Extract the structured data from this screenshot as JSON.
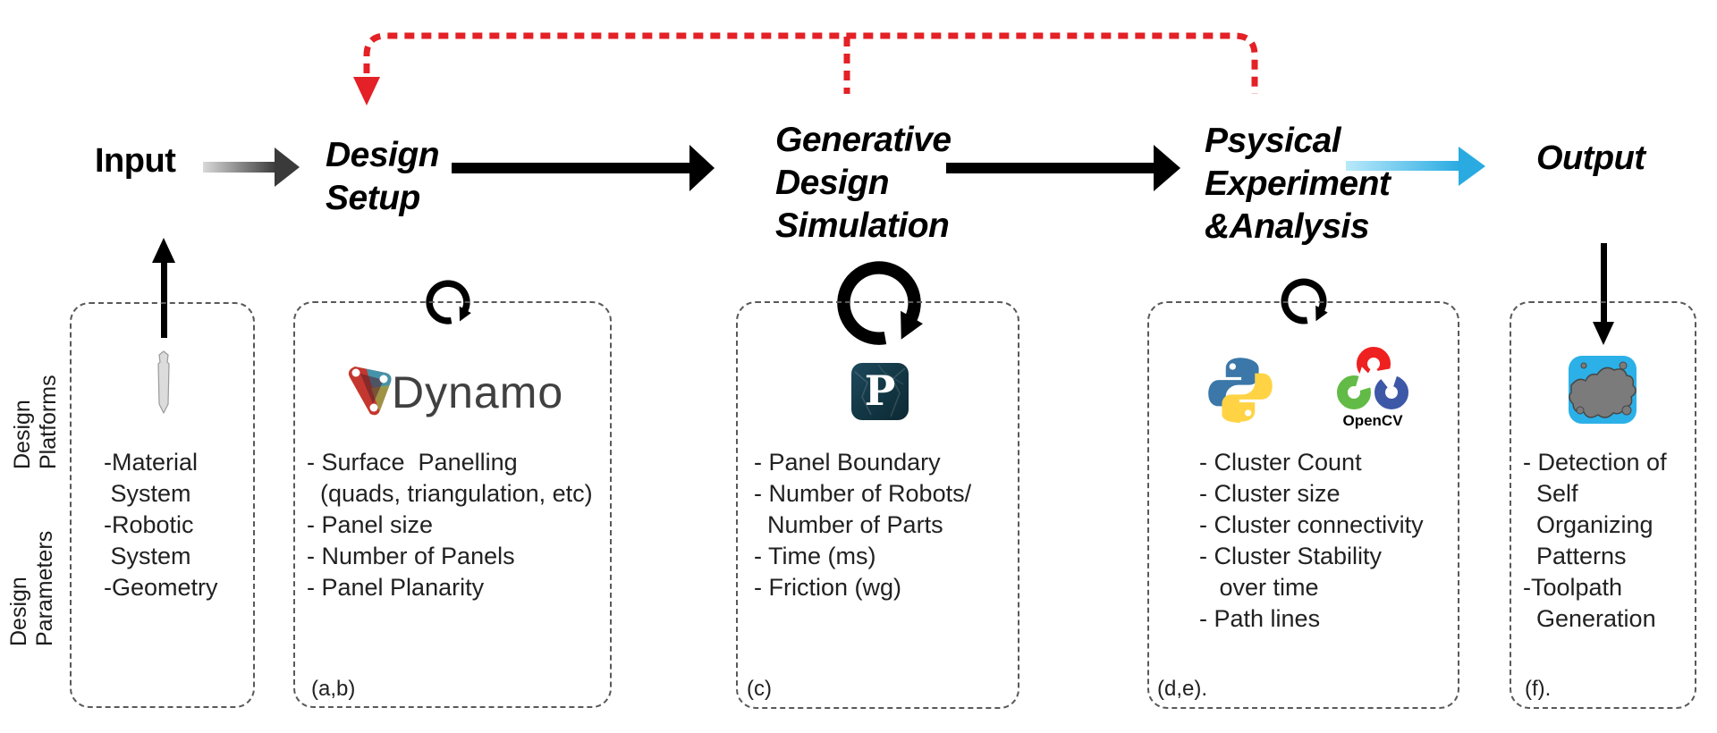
{
  "stages": [
    {
      "lines": [
        "Input"
      ],
      "italic": false
    },
    {
      "lines": [
        "Design",
        "Setup"
      ],
      "italic": true
    },
    {
      "lines": [
        "Generative",
        "Design",
        "Simulation"
      ],
      "italic": true
    },
    {
      "lines": [
        "Psysical",
        "Experiment",
        "&Analysis"
      ],
      "italic": true
    },
    {
      "lines": [
        "Output"
      ],
      "italic": true
    }
  ],
  "side_labels": {
    "platforms": [
      "Design",
      "Platforms"
    ],
    "parameters": [
      "Design",
      "Parameters"
    ]
  },
  "boxes": [
    {
      "items": [
        "-Material",
        " System",
        "-Robotic",
        " System",
        "-Geometry"
      ],
      "footnote": ""
    },
    {
      "items": [
        "- Surface  Panelling",
        "  (quads, triangulation, etc)",
        "- Panel size",
        "- Number of Panels",
        "- Panel Planarity"
      ],
      "footnote": "(a,b)"
    },
    {
      "items": [
        "- Panel Boundary",
        "- Number of Robots/",
        "  Number of Parts",
        "- Time (ms)",
        "- Friction (wg)"
      ],
      "footnote": "(c)"
    },
    {
      "items": [
        "- Cluster Count",
        "- Cluster size",
        "- Cluster connectivity",
        "- Cluster Stability",
        "   over time",
        "- Path lines"
      ],
      "footnote": "(d,e)."
    },
    {
      "items": [
        "- Detection of",
        "  Self",
        "  Organizing",
        "  Patterns",
        "-Toolpath",
        "  Generation"
      ],
      "footnote": "(f)."
    }
  ],
  "brands": {
    "dynamo": "Dynamo",
    "processing_letter": "P",
    "opencv": "OpenCV"
  },
  "icon_names": [
    "material-stake-icon",
    "dynamo-icon",
    "processing-icon",
    "python-icon",
    "opencv-icon",
    "pattern-output-icon",
    "loop-cycle-icon",
    "feedback-dashed-arrow"
  ],
  "colors": {
    "feedback_red": "#e32126",
    "arrow_black": "#000000",
    "arrow_gray_start": "#d9d9d9",
    "arrow_gray_end": "#3a3a3a",
    "arrow_blue_start": "#aee6fa",
    "arrow_blue_end": "#29abe2",
    "dashed_border": "#595959",
    "dynamo_text": "#404040",
    "processing_bg": "#143947",
    "python_blue": "#3b77a8",
    "python_yellow": "#ffd343",
    "opencv_red": "#ee2020",
    "opencv_green": "#62bb46",
    "opencv_blue": "#3e58a8",
    "output_cyan": "#2bb0e8"
  }
}
